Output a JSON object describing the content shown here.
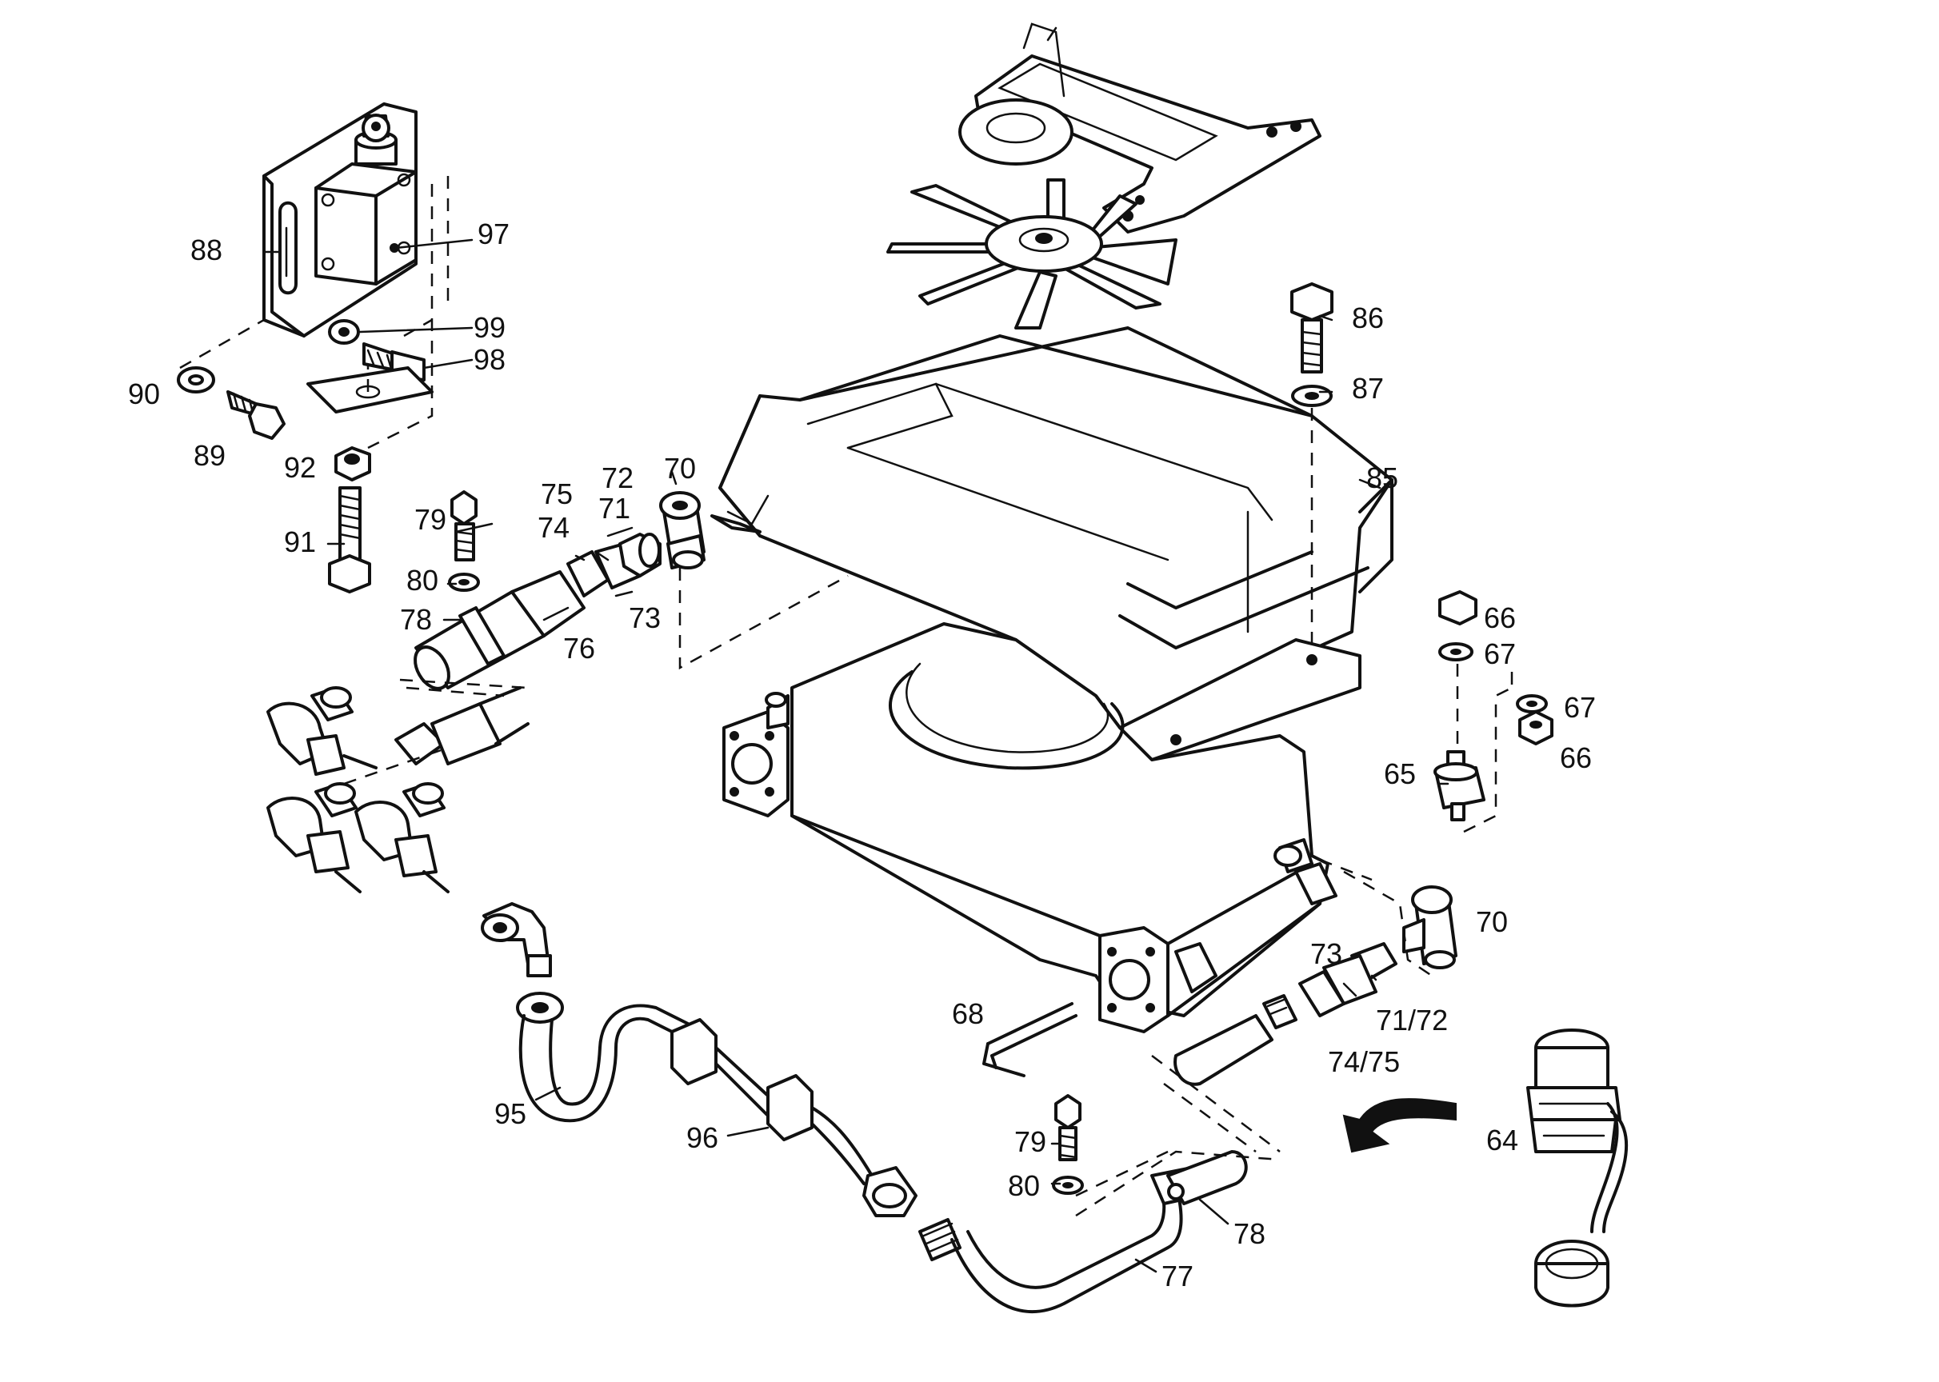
{
  "labels": [
    {
      "id": "p64",
      "text": "64"
    },
    {
      "id": "p65",
      "text": "65"
    },
    {
      "id": "p66a",
      "text": "66"
    },
    {
      "id": "p66b",
      "text": "66"
    },
    {
      "id": "p67a",
      "text": "67"
    },
    {
      "id": "p67b",
      "text": "67"
    },
    {
      "id": "p68",
      "text": "68"
    },
    {
      "id": "p70a",
      "text": "70"
    },
    {
      "id": "p70b",
      "text": "70"
    },
    {
      "id": "p71",
      "text": "71"
    },
    {
      "id": "p71_72",
      "text": "71/72"
    },
    {
      "id": "p72",
      "text": "72"
    },
    {
      "id": "p73a",
      "text": "73"
    },
    {
      "id": "p73b",
      "text": "73"
    },
    {
      "id": "p74",
      "text": "74"
    },
    {
      "id": "p74_75",
      "text": "74/75"
    },
    {
      "id": "p75",
      "text": "75"
    },
    {
      "id": "p76",
      "text": "76"
    },
    {
      "id": "p77",
      "text": "77"
    },
    {
      "id": "p78a",
      "text": "78"
    },
    {
      "id": "p78b",
      "text": "78"
    },
    {
      "id": "p79a",
      "text": "79"
    },
    {
      "id": "p79b",
      "text": "79"
    },
    {
      "id": "p80a",
      "text": "80"
    },
    {
      "id": "p80b",
      "text": "80"
    },
    {
      "id": "p85",
      "text": "85"
    },
    {
      "id": "p86",
      "text": "86"
    },
    {
      "id": "p87",
      "text": "87"
    },
    {
      "id": "p88",
      "text": "88"
    },
    {
      "id": "p89",
      "text": "89"
    },
    {
      "id": "p90",
      "text": "90"
    },
    {
      "id": "p91",
      "text": "91"
    },
    {
      "id": "p92",
      "text": "92"
    },
    {
      "id": "p95",
      "text": "95"
    },
    {
      "id": "p96",
      "text": "96"
    },
    {
      "id": "p97",
      "text": "97"
    },
    {
      "id": "p98",
      "text": "98"
    },
    {
      "id": "p99",
      "text": "99"
    }
  ]
}
